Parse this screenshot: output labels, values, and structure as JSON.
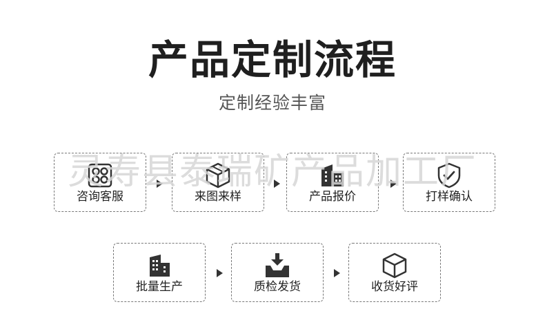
{
  "header": {
    "title": "产品定制流程",
    "subtitle": "定制经验丰富"
  },
  "watermark": "灵寿县泰瑞矿产品加工厂",
  "steps": [
    {
      "label": "咨询客服",
      "icon": "consult-icon"
    },
    {
      "label": "来图来样",
      "icon": "cube-icon"
    },
    {
      "label": "产品报价",
      "icon": "building-icon"
    },
    {
      "label": "打样确认",
      "icon": "shield-check-icon"
    },
    {
      "label": "批量生产",
      "icon": "factory-icon"
    },
    {
      "label": "质检发货",
      "icon": "inbox-download-icon"
    },
    {
      "label": "收货好评",
      "icon": "package-icon"
    }
  ],
  "colors": {
    "title": "#1f1f1f",
    "subtitle": "#555555",
    "border": "#777777",
    "watermark": "#d6d6d6"
  }
}
